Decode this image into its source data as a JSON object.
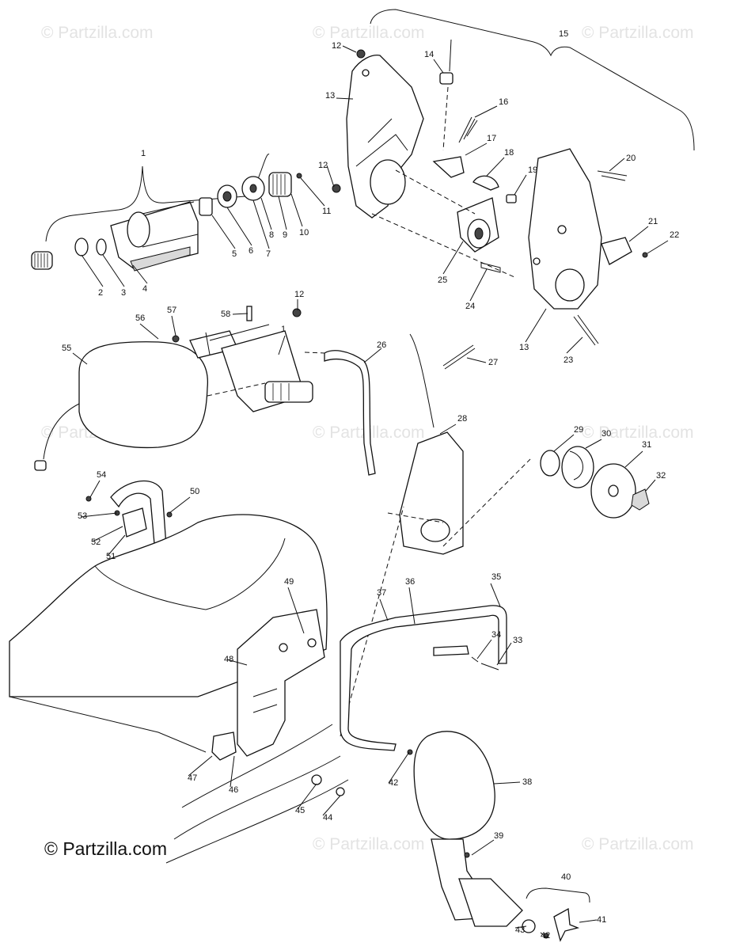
{
  "copyright": "© Partzilla.com",
  "watermark": "© Partzilla.com",
  "callouts": {
    "c1a": "1",
    "c1b": "1",
    "c2": "2",
    "c3": "3",
    "c4": "4",
    "c5": "5",
    "c6": "6",
    "c7": "7",
    "c8": "8",
    "c9": "9",
    "c10": "10",
    "c11": "11",
    "c12a": "12",
    "c12b": "12",
    "c12c": "12",
    "c13a": "13",
    "c13b": "13",
    "c14": "14",
    "c15": "15",
    "c16": "16",
    "c17": "17",
    "c18": "18",
    "c19": "19",
    "c20": "20",
    "c21": "21",
    "c22": "22",
    "c23": "23",
    "c24": "24",
    "c25": "25",
    "c26": "26",
    "c27": "27",
    "c28": "28",
    "c29": "29",
    "c30": "30",
    "c31": "31",
    "c32": "32",
    "c33": "33",
    "c34": "34",
    "c35": "35",
    "c36": "36",
    "c37": "37",
    "c38": "38",
    "c39": "39",
    "c40": "40",
    "c41": "41",
    "c42a": "42",
    "c42b": "42",
    "c43": "43",
    "c44": "44",
    "c45": "45",
    "c46": "46",
    "c47": "47",
    "c48": "48",
    "c49": "49",
    "c50": "50",
    "c51": "51",
    "c52": "52",
    "c53": "53",
    "c54": "54",
    "c55": "55",
    "c56": "56",
    "c57": "57",
    "c58": "58"
  }
}
